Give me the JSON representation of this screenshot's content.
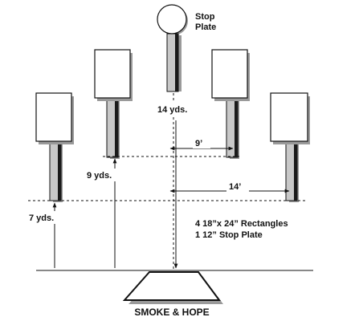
{
  "labels": {
    "stop_plate_line1": "Stop",
    "stop_plate_line2": "Plate",
    "dist_14_yds": "14 yds.",
    "dist_9_yds": "9 yds.",
    "dist_7_yds": "7 yds.",
    "offset_9_ft": "9’",
    "offset_14_ft": "14’",
    "note_rectangles": "4 18”x 24” Rectangles",
    "note_stop_plate": "1 12” Stop Plate",
    "stage_name": "SMOKE & HOPE"
  },
  "colors": {
    "line": "#111111",
    "target_face": "#ffffff",
    "post_fill": "#c8c8c8",
    "post_shadow": "#1a1a1a",
    "drop_shadow": "#9a9a9a"
  }
}
